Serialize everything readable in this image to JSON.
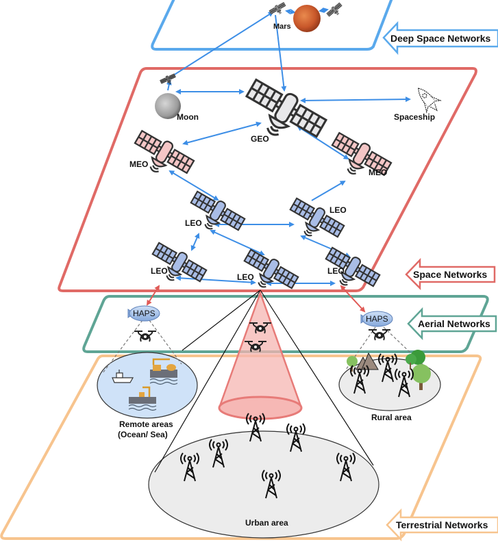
{
  "layers": {
    "deep_space": {
      "label": "Deep Space Networks",
      "color": "#5aa9ec"
    },
    "space": {
      "label": "Space Networks",
      "color": "#e06a66"
    },
    "aerial": {
      "label": "Aerial Networks",
      "color": "#5fa595"
    },
    "terrestrial": {
      "label": "Terrestrial Networks",
      "color": "#f7c48e"
    }
  },
  "nodes": {
    "mars": "Mars",
    "moon": "Moon",
    "geo": "GEO",
    "spaceship": "Spaceship",
    "meo_left": "MEO",
    "meo_right": "MEO",
    "leo_mid_left": "LEO",
    "leo_mid_right": "LEO",
    "leo_bottom_left": "LEO",
    "leo_bottom_center": "LEO",
    "leo_bottom_right": "LEO",
    "haps_left": "HAPS",
    "haps_right": "HAPS"
  },
  "areas": {
    "remote_line1": "Remote areas",
    "remote_line2": "(Ocean/ Sea)",
    "rural": "Rural area",
    "urban": "Urban area"
  },
  "colors": {
    "link": "#3d8ee6",
    "feeder_link": "#e05a56",
    "geo_body": "#e8e8ea",
    "meo_body": "#f4c6c6",
    "leo_body": "#a9bde6",
    "haps": "#a9c6ee",
    "remote_area": "#cfe2f8",
    "ground_area": "#ececec",
    "beam": "#f6b5b2"
  }
}
